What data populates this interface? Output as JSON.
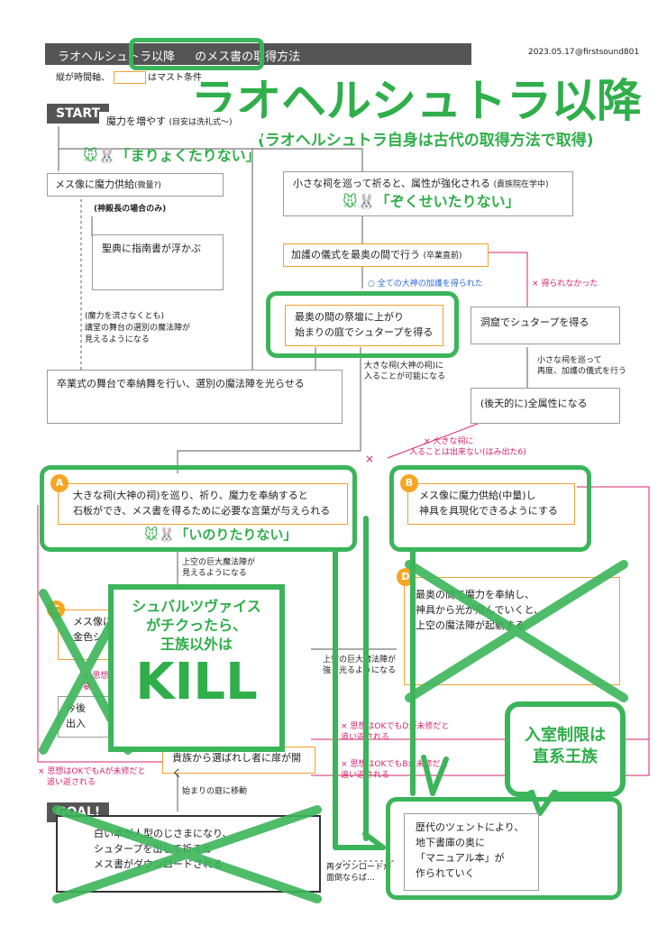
{
  "header": {
    "title_highlight": "ラオヘルシュトラ以降",
    "title_rest": "のメス書の取得方法",
    "date": "2023.05.17",
    "handle": "@firstsound801",
    "legend_left": "縦が時間軸、",
    "legend_right": "はマスト条件"
  },
  "big_title": {
    "line1": "ラオヘルシュトラ以降",
    "line2": "(ラオヘルシュトラ自身は古代の取得方法で取得)"
  },
  "labels": {
    "start": "START",
    "goal": "GOAL!"
  },
  "stickers": {
    "s1": "「まりょくたりない」",
    "s2": "「ぞくせいたりない」",
    "s3": "「いのりたりない」"
  },
  "nodes": {
    "n_mana": "魔力を増やす",
    "n_mana_note": "(目安は洗礼式～)",
    "n_statue": "メス像に魔力供給",
    "n_statue_note": "(微量?)",
    "n_priest": "(神殿長の場合のみ)",
    "n_scripture": "聖典に指南書が浮かぶ",
    "n_shrines": "小さな祠を巡って祈ると、属性が強化される",
    "n_shrines_note": "(貴族院在学中)",
    "n_ritual": "加護の儀式を最奥の間で行う",
    "n_ritual_note": "(卒業直前)",
    "n_all_gods": "○ 全ての大神の加護を得られた",
    "n_failed": "× 得られなかった",
    "n_altar1": "最奥の間の祭壇に上がり",
    "n_altar2": "始まりの庭でシュタープを得る",
    "n_cave": "洞窟でシュタープを得る",
    "n_redo1": "小さな祠を巡って",
    "n_redo2": "再度、加護の儀式を行う",
    "n_all_attr": "(後天的に)全属性になる",
    "n_big_shrine_ok1": "大きな祠(大神の祠)に",
    "n_big_shrine_ok2": "入ることが可能になる",
    "n_no_mana1": "(魔力を流さなくとも)",
    "n_no_mana2": "講堂の舞台の選別の魔法陣が",
    "n_no_mana3": "見えるようになる",
    "n_graduation": "卒業式の舞台で奉納舞を行い、選別の魔法陣を光らせる",
    "n_cannot1": "× 大きな祠に",
    "n_cannot2": "入ることは出来ない(はみ出た6)",
    "n_a1": "大きな祠(大神の祠)を巡り、祈り、魔力を奉納すると",
    "n_a2": "石板ができ、メス書を得るために必要な言葉が与えられる",
    "n_b1": "メス像に魔力供給(中量)し",
    "n_b2": "神具を具現化できるようにする",
    "n_sky1": "上空の巨大魔法陣が",
    "n_sky2": "見えるようになる",
    "n_d1": "最奥の間で魔力を奉納し、",
    "n_d2": "神具から光が飛んでいくと、",
    "n_d3": "上空の魔法陣が起動する",
    "n_c1": "メス像に",
    "n_c2": "金色シ",
    "n_sky_glow1": "上空の巨大魔法陣が",
    "n_sky_glow2": "強く光るようになる",
    "n_thought_a1": "× 思想はOKでもAが未修だと",
    "n_thought_a2": "追い返される",
    "n_thought_b1": "× 思想はOKでもBが未修だと",
    "n_thought_b2": "追い返される",
    "n_thought_d1": "× 思想はOKでもDが未修だと",
    "n_thought_d2": "追い返される",
    "n_pink_small1": "× 思想",
    "n_pink_small2": "暴",
    "n_c_lower1": "今後",
    "n_c_lower2": "出入",
    "n_garden": "始まりの庭に移動",
    "n_opening": "貴族から選ばれし者に扉が開く",
    "n_goal1": "白い本が人型のじさまになり、",
    "n_goal2": "シュタープを出して祈ると",
    "n_goal3": "メス書がダウンロードされる",
    "n_redownload1": "再ダウンロードが",
    "n_redownload2": "面倒ならば…",
    "n_archive1": "歴代のツェントにより、",
    "n_archive2": "地下書庫の奥に",
    "n_archive3": "「マニュアル本」が",
    "n_archive4": "作られていく"
  },
  "overlay": {
    "kill1": "シュバルツヴァイス",
    "kill2": "がチクったら、",
    "kill3": "王族以外は",
    "kill4": "KILL",
    "bubble1": "入室制限は",
    "bubble2": "直系王族"
  },
  "circles": {
    "a": "A",
    "b": "B",
    "c": "C",
    "d": "D"
  },
  "colors": {
    "green": "#3cb55a",
    "orange": "#f0a030",
    "pink": "#d6246e",
    "gray_header": "#555555"
  }
}
